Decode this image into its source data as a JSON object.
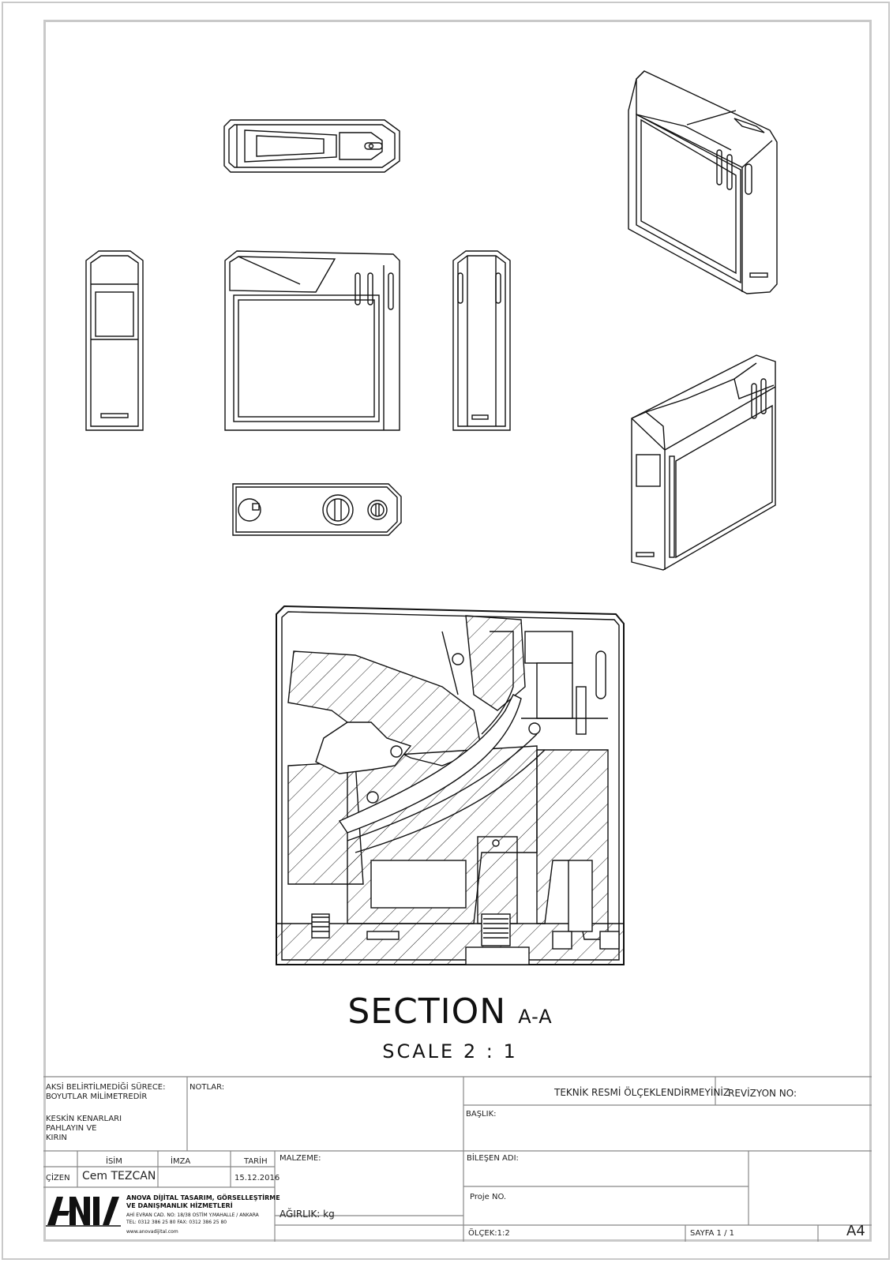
{
  "section": {
    "title": "SECTION",
    "label": "A-A",
    "scale": "SCALE 2 : 1"
  },
  "title_block": {
    "tolerance_note_1": "AKSİ BELİRTİLMEDİĞİ SÜRECE:",
    "tolerance_note_2": "BOYUTLAR MİLİMETREDİR",
    "edge_note_1": "KESKİN KENARLARI",
    "edge_note_2": "PAHLAYIN VE",
    "edge_note_3": "KIRIN",
    "notes_label": "NOTLAR:",
    "no_scale_note": "TEKNİK RESMİ ÖLÇEKLENDİRMEYİNİZ",
    "revision_label": "REVİZYON NO:",
    "title_label": "BAŞLIK:",
    "name_header": "İSİM",
    "signature_header": "İMZA",
    "date_header": "TARİH",
    "material_label": "MALZEME:",
    "component_label": "BİLEŞEN ADI:",
    "drawn_by_label": "ÇİZEN",
    "drawn_by_name": "Cem TEZCAN",
    "drawn_date": "15.12.2016",
    "project_label": "Proje NO.",
    "weight_label": "AĞIRLIK:  kg",
    "scale_label": "ÖLÇEK:1:2",
    "sheet_label": "SAYFA 1 / 1",
    "paper_size": "A4"
  },
  "company": {
    "name_1": "ANOVA DİJİTAL TASARIM, GÖRSELLEŞTİRME",
    "name_2": "VE DANIŞMANLIK HİZMETLERİ",
    "address": "AHİ EVRAN CAD. NO: 18/38 OSTİM Y.MAHALLE / ANKARA",
    "phone": "TEL: 0312 386 25 80 FAX: 0312 386 25 80",
    "web": "www.anovadijital.com"
  },
  "colors": {
    "line": "#111111",
    "frame": "#c9c9c9"
  }
}
